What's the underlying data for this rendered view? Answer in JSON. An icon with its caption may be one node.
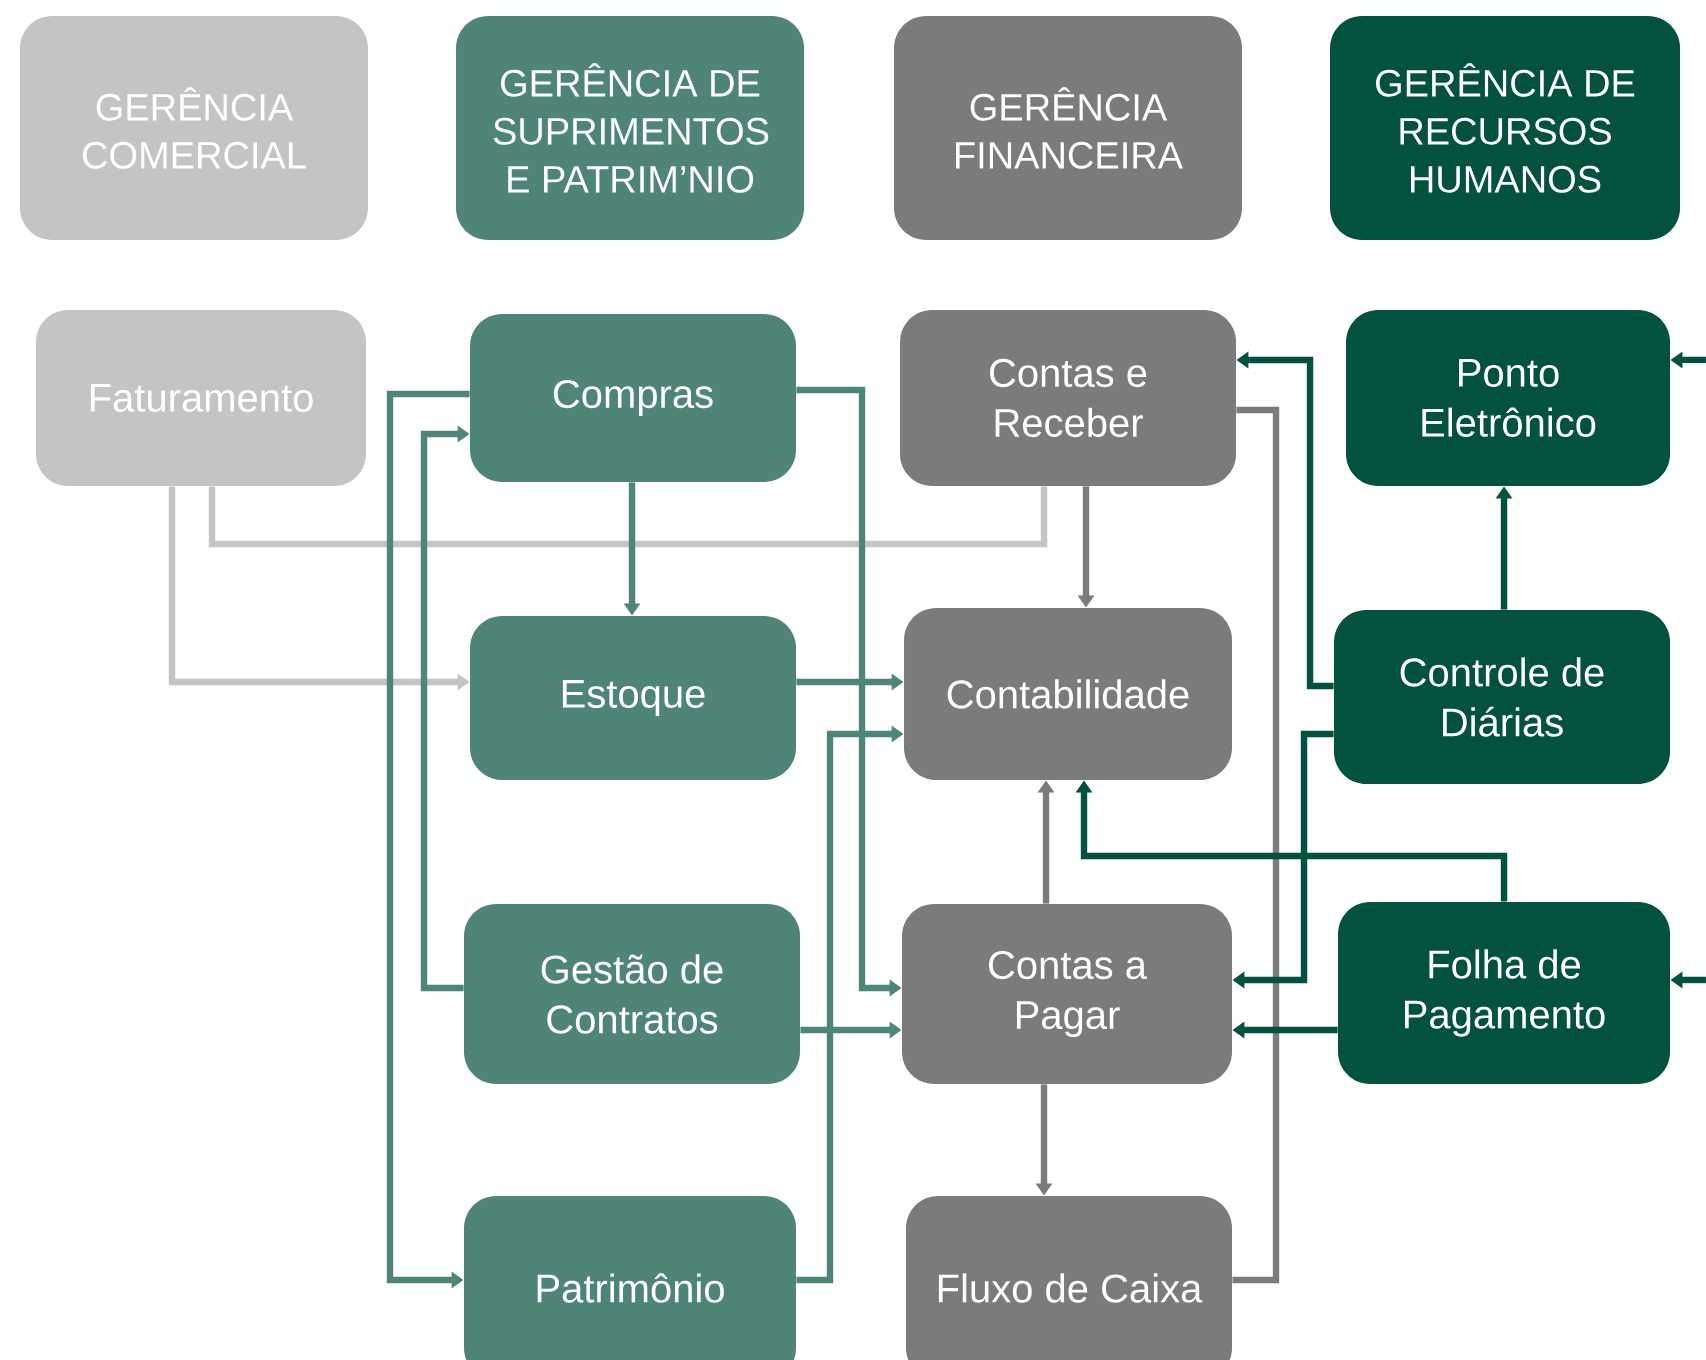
{
  "diagram": {
    "nodes": [
      {
        "text": [
          "GERÊNCIA COMERCIAL"
        ]
      },
      {
        "text": [
          "GERÊNCIA DE SUPRIMENTOS E PATRIM’NIO"
        ]
      },
      {
        "text": [
          "GERÊNCIA FINANCEIRA"
        ]
      },
      {
        "text": [
          "GERÊNCIA DE RECURSOS HUMANOS"
        ]
      },
      {
        "text": [
          "Faturamento"
        ]
      },
      {
        "text": [
          "Compras"
        ]
      },
      {
        "text": [
          "Contas e Receber"
        ]
      },
      {
        "text": [
          "Ponto Eletrônico"
        ]
      },
      {
        "text": [
          "Estoque"
        ]
      },
      {
        "text": [
          "Contabilidade"
        ]
      },
      {
        "text": [
          "Controle de Diárias"
        ]
      },
      {
        "text": [
          "Gestão de Contratos"
        ]
      },
      {
        "text": [
          "Contas a Pagar"
        ]
      },
      {
        "text": [
          "Folha de Pagamento"
        ]
      },
      {
        "text": [
          "Patrimônio"
        ]
      },
      {
        "text": [
          "Fluxo de Caixa"
        ]
      }
    ],
    "edges": [
      {
        "from": 4,
        "to": 8,
        "arrow": "to",
        "color": "#c3c4c6"
      },
      {
        "from": 6,
        "to": 4,
        "arrow": "none",
        "color": "#c3c4c6"
      },
      {
        "from": 5,
        "to": 8,
        "arrow": "to",
        "color": "#4e8578"
      },
      {
        "from": 5,
        "to": 14,
        "arrow": "to",
        "color": "#4e8578"
      },
      {
        "from": 11,
        "to": 5,
        "arrow": "to",
        "color": "#4e8578"
      },
      {
        "from": 5,
        "to": 12,
        "arrow": "to",
        "color": "#4e8578"
      },
      {
        "from": 8,
        "to": 9,
        "arrow": "to",
        "color": "#4e8578"
      },
      {
        "from": 14,
        "to": 9,
        "arrow": "to",
        "color": "#4e8578"
      },
      {
        "from": 11,
        "to": 12,
        "arrow": "to",
        "color": "#4e8578"
      },
      {
        "from": 6,
        "to": 9,
        "arrow": "to",
        "color": "#7b7b7d"
      },
      {
        "from": 12,
        "to": 9,
        "arrow": "to",
        "color": "#7b7b7d"
      },
      {
        "from": 12,
        "to": 15,
        "arrow": "to",
        "color": "#7b7b7d"
      },
      {
        "from": 6,
        "to": 15,
        "arrow": "none",
        "color": "#7b7b7d"
      },
      {
        "from": 10,
        "to": 6,
        "arrow": "to",
        "color": "#03513f"
      },
      {
        "from": 10,
        "to": 12,
        "arrow": "to",
        "color": "#03513f"
      },
      {
        "from": 10,
        "to": 7,
        "arrow": "to",
        "color": "#03513f"
      },
      {
        "from": 13,
        "to": 9,
        "arrow": "to",
        "color": "#03513f"
      },
      {
        "from": 13,
        "to": 12,
        "arrow": "to",
        "color": "#03513f"
      },
      {
        "from": null,
        "to": 7,
        "arrow": "to",
        "color": "#03513f"
      },
      {
        "from": null,
        "to": 13,
        "arrow": "to",
        "color": "#03513f"
      }
    ]
  }
}
